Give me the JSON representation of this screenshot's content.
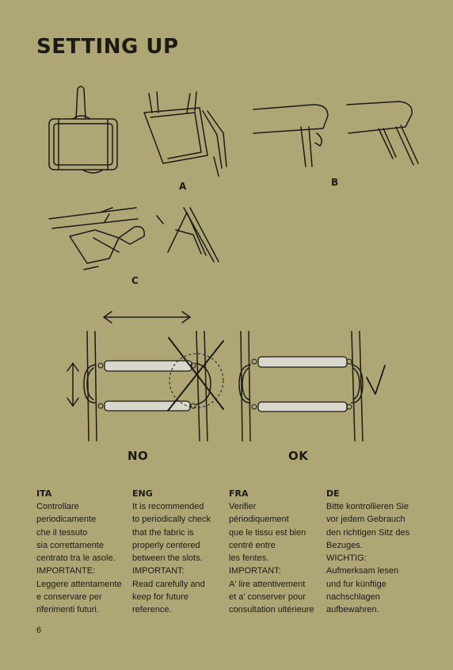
{
  "title": "SETTING UP",
  "step_labels": {
    "a": "A",
    "b": "B",
    "c": "C"
  },
  "verdicts": {
    "no": "NO",
    "ok": "OK"
  },
  "columns": [
    {
      "lang": "ITA",
      "text": "Controllare\nperiodicamente\nche il tessuto\nsia correttamente\ncentrato tra le asole.\nIMPORTANTE:\nLeggere attentamente\ne conservare per\nriferimenti futuri."
    },
    {
      "lang": "ENG",
      "text": "It is recommended\nto periodically check\nthat the fabric is\nproperly centered\nbetween the slots.\nIMPORTANT:\nRead carefully and\nkeep for future\nreference."
    },
    {
      "lang": "FRA",
      "text": "Verifier\npériodiquement\nque le tissu est bien\ncentré entre\nles fentes.\nIMPORTANT:\nA' lire attentivement\net a' conserver pour\nconsultation ultérieure"
    },
    {
      "lang": "DE",
      "text": "Bitte kontrollieren Sie\nvor jedem Gebrauch\nden richtigen Sitz des\nBezuges.\nWICHTIG:\nAufmerksam lesen\nund fur künftige\nnachschlagen\naufbewahren."
    }
  ],
  "page_number": "6",
  "colors": {
    "background": "#aea675",
    "ink": "#1c1b16"
  }
}
